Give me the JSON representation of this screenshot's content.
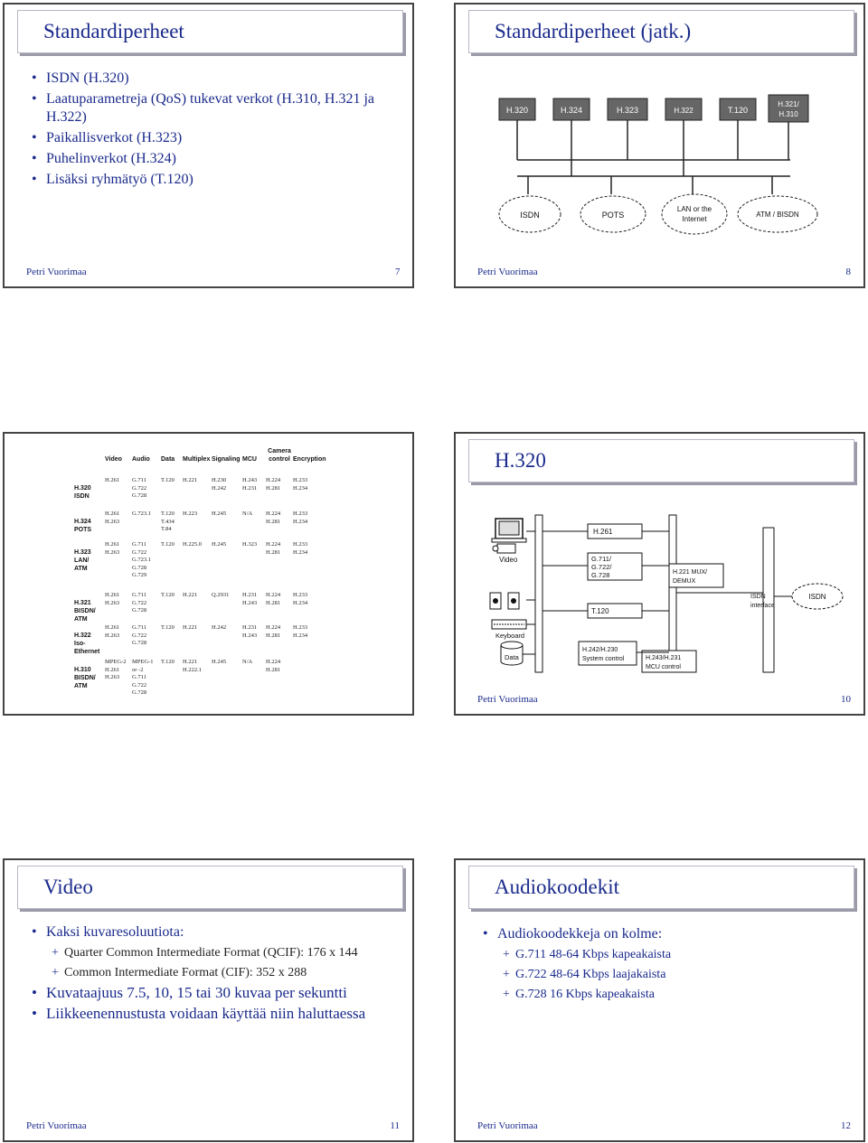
{
  "slide7": {
    "title": "Standardiperheet",
    "bullets": [
      "ISDN (H.320)",
      "Laatuparametreja (QoS) tukevat verkot (H.310, H.321 ja H.322)",
      "Paikallisverkot (H.323)",
      "Puhelinverkot (H.324)",
      "Lisäksi ryhmätyö (T.120)"
    ],
    "footer_author": "Petri Vuorimaa",
    "footer_page": "7"
  },
  "slide8": {
    "title": "Standardiperheet (jatk.)",
    "boxes": [
      "H.320",
      "H.324",
      "H.323",
      "H.322",
      "T.120",
      "H.321/\nH.310"
    ],
    "clouds": [
      "ISDN",
      "POTS",
      "LAN or the Internet",
      "ATM / BISDN"
    ],
    "footer_author": "Petri Vuorimaa",
    "footer_page": "8"
  },
  "slide9": {
    "headers": [
      "Video",
      "Audio",
      "Data",
      "Multiplex",
      "Signaling",
      "MCU",
      "Camera control",
      "Encryption"
    ],
    "rows": [
      {
        "label": "H.320\nISDN",
        "cells": [
          "H.261",
          "G.711\nG.722\nG.728",
          "T.120",
          "H.221",
          "H.230\nH.242",
          "H.243\nH.231",
          "H.224\nH.281",
          "H.233\nH.234"
        ]
      },
      {
        "label": "H.324\nPOTS",
        "cells": [
          "H.261\nH.263",
          "G.723.1",
          "T.120\nT.434\nT.84",
          "H.223",
          "H.245",
          "N/A",
          "H.224\nH.281",
          "H.233\nH.234"
        ]
      },
      {
        "label": "H.323\nLAN/\nATM",
        "cells": [
          "H.261\nH.263",
          "G.711\nG.722\nG.723.1\nG.728\nG.729",
          "T.120",
          "H.225.0",
          "H.245",
          "H.323",
          "H.224\nH.281",
          "H.233\nH.234"
        ]
      },
      {
        "label": "H.321\nBISDN/\nATM",
        "cells": [
          "H.261\nH.263",
          "G.711\nG.722\nG.728",
          "T.120",
          "H.221",
          "Q.2931",
          "H.231\nH.243",
          "H.224\nH.281",
          "H.233\nH.234"
        ]
      },
      {
        "label": "H.322\nIso-\nEthernet",
        "cells": [
          "H.261\nH.263",
          "G.711\nG.722\nG.728",
          "T.120",
          "H.221",
          "H.242",
          "H.231\nH.243",
          "H.224\nH.281",
          "H.233\nH.234"
        ]
      },
      {
        "label": "H.310\nBISDN/\nATM",
        "cells": [
          "MPEG-2\nH.261\nH.263",
          "MPEG-1\nor -2\nG.711\nG.722\nG.728",
          "T.120",
          "H.221\nH.222.1",
          "H.245",
          "N/A",
          "H.224\nH.281",
          ""
        ]
      }
    ]
  },
  "slide10": {
    "title": "H.320",
    "labels": {
      "video": "Video",
      "keyboard": "Keyboard",
      "data": "Data",
      "h261": "H.261",
      "audio_codecs": "G.711/\nG.722/\nG.728",
      "mux": "H.221 MUX/\nDEMUX",
      "t120": "T.120",
      "isdn_interface": "ISDN\ninterface",
      "isdn": "ISDN",
      "system_control": "H.242/H.230\nSystem control",
      "mcu_control": "H.243/H.231\nMCU control"
    },
    "footer_author": "Petri Vuorimaa",
    "footer_page": "10"
  },
  "slide11": {
    "title": "Video",
    "b1": "Kaksi kuvaresoluutiota:",
    "s1": "Quarter Common Intermediate Format (QCIF): 176 x 144",
    "s2": "Common Intermediate Format (CIF): 352 x 288",
    "b2": "Kuvataajuus 7.5, 10, 15 tai 30 kuvaa per sekuntti",
    "b3": "Liikkeenennustusta voidaan käyttää niin haluttaessa",
    "footer_author": "Petri Vuorimaa",
    "footer_page": "11"
  },
  "slide12": {
    "title": "Audiokoodekit",
    "b1": "Audiokoodekkeja on kolme:",
    "subs": [
      "G.711 48-64 Kbps kapeakaista",
      "G.722 48-64 Kbps laajakaista",
      "G.728 16 Kbps kapeakaista"
    ],
    "footer_author": "Petri Vuorimaa",
    "footer_page": "12"
  }
}
